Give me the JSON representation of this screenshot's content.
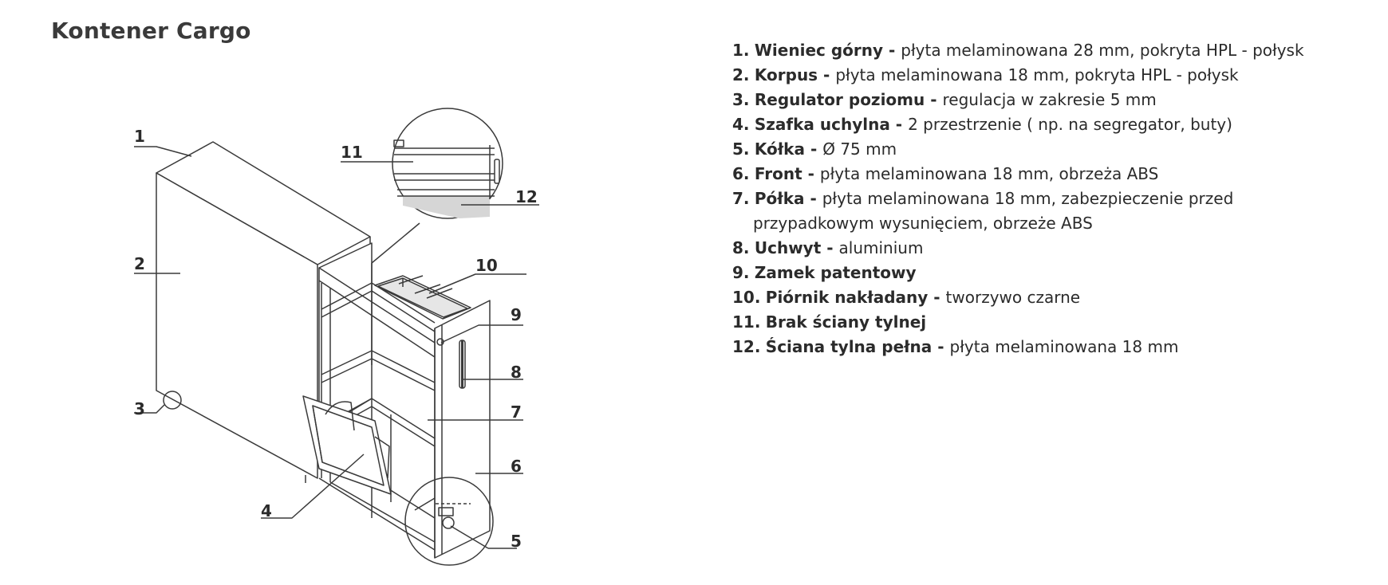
{
  "title": "Kontener Cargo",
  "callouts": [
    "1",
    "2",
    "3",
    "4",
    "5",
    "6",
    "7",
    "8",
    "9",
    "10",
    "11",
    "12"
  ],
  "parts": [
    {
      "num": "1.",
      "name": "Wieniec górny",
      "sep": " - ",
      "desc": "płyta melaminowana 28 mm, pokryta HPL - połysk",
      "desc2": ""
    },
    {
      "num": "2.",
      "name": "Korpus",
      "sep": " - ",
      "desc": "płyta melaminowana 18 mm, pokryta HPL - połysk",
      "desc2": ""
    },
    {
      "num": "3.",
      "name": "Regulator poziomu",
      "sep": " - ",
      "desc": "regulacja w zakresie 5 mm",
      "desc2": ""
    },
    {
      "num": "4.",
      "name": "Szafka uchylna",
      "sep": " - ",
      "desc": "2 przestrzenie ( np. na segregator, buty)",
      "desc2": ""
    },
    {
      "num": "5.",
      "name": "Kółka",
      "sep": " - ",
      "desc": "Ø 75 mm",
      "desc2": ""
    },
    {
      "num": "6.",
      "name": "Front",
      "sep": " - ",
      "desc": "płyta melaminowana 18 mm, obrzeża ABS",
      "desc2": ""
    },
    {
      "num": "7.",
      "name": "Półka",
      "sep": " - ",
      "desc": "płyta melaminowana 18 mm, zabezpieczenie przed",
      "desc2": "przypadkowym wysunięciem, obrzeże ABS"
    },
    {
      "num": "8.",
      "name": "Uchwyt",
      "sep": " - ",
      "desc": "aluminium",
      "desc2": ""
    },
    {
      "num": "9.",
      "name": "Zamek patentowy",
      "sep": "",
      "desc": "",
      "desc2": ""
    },
    {
      "num": "10.",
      "name": "Piórnik nakładany",
      "sep": " - ",
      "desc": "tworzywo czarne",
      "desc2": ""
    },
    {
      "num": "11.",
      "name": "Brak ściany tylnej",
      "sep": "",
      "desc": "",
      "desc2": ""
    },
    {
      "num": "12.",
      "name": "Ściana tylna pełna",
      "sep": " - ",
      "desc": "płyta melaminowana 18 mm",
      "desc2": ""
    }
  ]
}
